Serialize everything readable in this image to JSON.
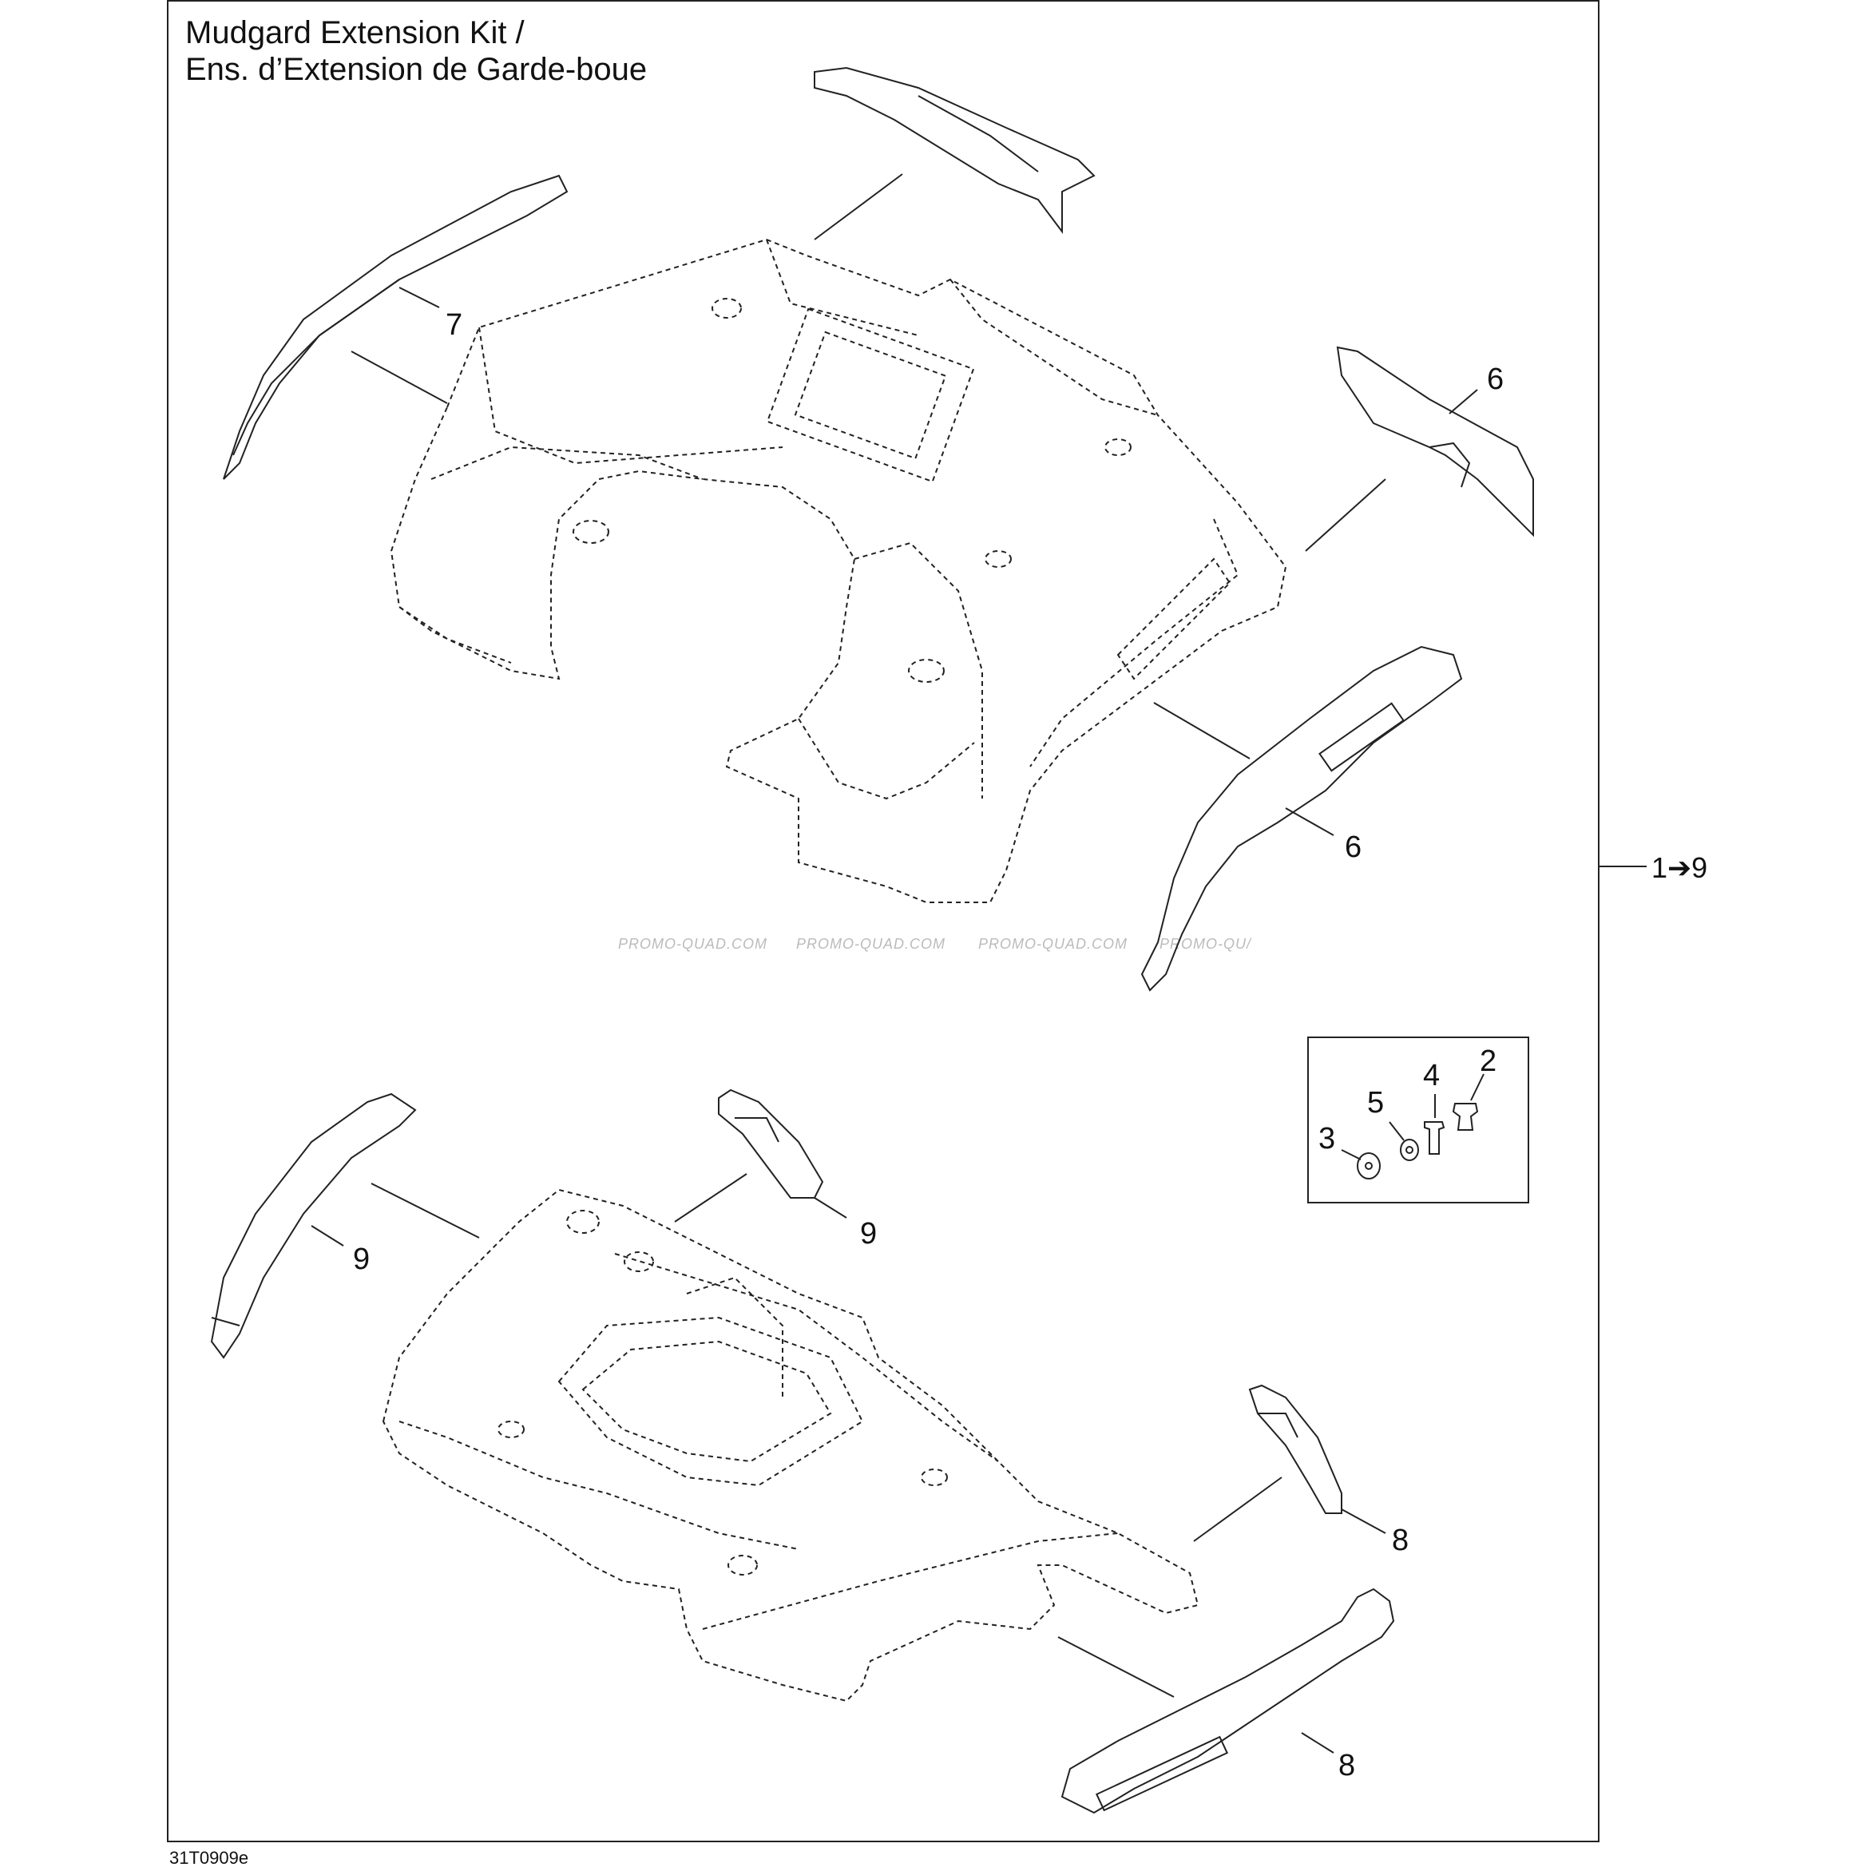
{
  "title": {
    "line1": "Mudgard Extension Kit /",
    "line2": "Ens. d’Extension de Garde-boue"
  },
  "reference": "31T0909e",
  "range_label": "1➔9",
  "watermark": [
    "PROMO-QUAD.COM",
    "PROMO-QUAD.COM",
    "PROMO-QUAD.COM",
    "PROMO-QU/"
  ],
  "callouts": {
    "c7": "7",
    "c6a": "6",
    "c6b": "6",
    "c9a": "9",
    "c9b": "9",
    "c8a": "8",
    "c8b": "8",
    "c2": "2",
    "c3": "3",
    "c4": "4",
    "c5": "5"
  }
}
